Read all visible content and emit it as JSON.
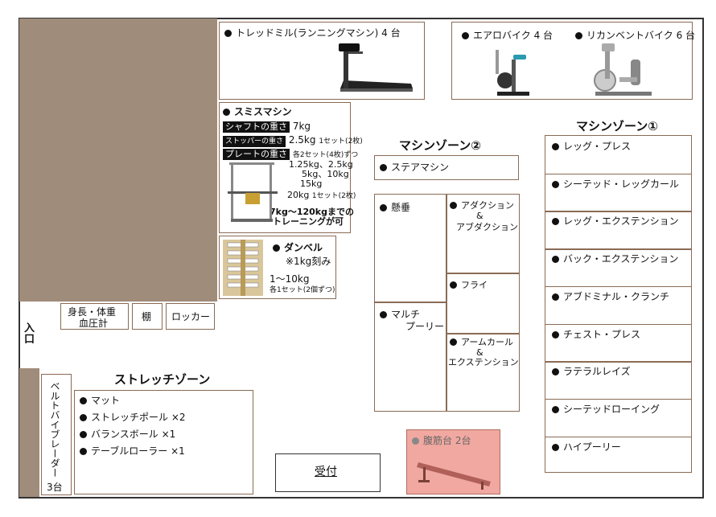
{
  "treadmill": {
    "label": "トレッドミル(ランニングマシン) 4 台"
  },
  "bikes": {
    "aero": "エアロバイク 4 台",
    "recumbent": "リカンベントバイク 6 台"
  },
  "smith": {
    "title": "スミスマシン",
    "shaft_label": "シャフトの重さ",
    "shaft_value": "7kg",
    "stopper_label": "ストッパーの重さ",
    "stopper_value": "2.5kg",
    "stopper_note": "1セット(2枚)",
    "plate_label": "プレートの重さ",
    "plate_note": "各2セット(4枚)ずつ",
    "plate_line1": "1.25kg、2.5kg",
    "plate_line2": "5kg、10kg",
    "plate_line3": "15kg",
    "plate_line4": "20kg",
    "plate_line4_note": "1セット(2枚)",
    "range1": "7kg〜120kgまでの",
    "range2": "トレーニングが可"
  },
  "dumbbell": {
    "title": "ダンベル",
    "step": "※1kg刻み",
    "range": "1〜10kg",
    "note": "各1セット(2個ずつ)"
  },
  "zone2": {
    "title": "マシンゾーン②",
    "stair": "ステアマシン",
    "hang": "懸垂",
    "adduction1": "アダクション",
    "adduction2": "&",
    "adduction3": "アブダクション",
    "fly": "フライ",
    "multi1": "マルチ",
    "multi2": "プーリー",
    "armcurl1": "アームカール",
    "armcurl2": "&",
    "armcurl3": "エクステンション"
  },
  "zone1": {
    "title": "マシンゾーン①",
    "items": [
      "レッグ・プレス",
      "シーテッド・レッグカール",
      "レッグ・エクステンション",
      "バック・エクステンション",
      "アブドミナル・クランチ",
      "チェスト・プレス",
      "ラテラルレイズ",
      "シーテッドローイング",
      "ハイプーリー"
    ]
  },
  "entrance": {
    "label1": "入",
    "label2": "口"
  },
  "fixtures": {
    "measure1": "身長・体重",
    "measure2": "血圧計",
    "shelf": "棚",
    "locker": "ロッカー"
  },
  "stretch": {
    "title": "ストレッチゾーン",
    "items": [
      "マット",
      "ストレッチポール ×2",
      "バランスボール ×1",
      "テーブルローラー ×1"
    ]
  },
  "belt": {
    "label": "ベルトバイブレーダー",
    "count": "3台"
  },
  "reception": {
    "label": "受付"
  },
  "situp": {
    "label": "腹筋台 2台"
  },
  "colors": {
    "brown": "#a08c7a",
    "border": "#8a6b55",
    "situp_bg": "#f0a8a0"
  }
}
